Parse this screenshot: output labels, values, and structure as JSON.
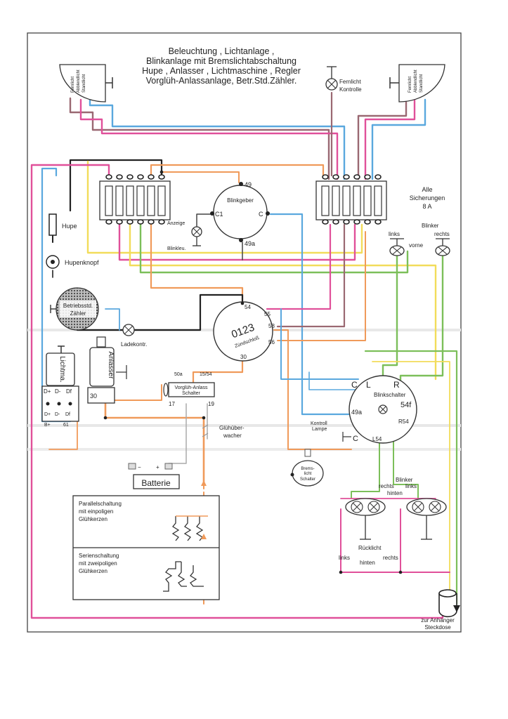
{
  "title_lines": [
    "Beleuchtung , Lichtanlage ,",
    "Blinkanlage mit Bremslichtabschaltung",
    "Hupe , Anlasser , Lichtmaschine , Regler",
    "Vorglüh-Anlassanlage, Betr.Std.Zähler."
  ],
  "headlight_labels": [
    "Fernlicht",
    "Abblendlicht",
    "Standlicht"
  ],
  "fernlicht_kontrolle": [
    "Fernlicht",
    "Kontrolle"
  ],
  "sicherungen": [
    "Alle",
    "Sicherungen",
    "8 A"
  ],
  "blinker_vorne": {
    "links": "links",
    "rechts": "rechts",
    "title_1": "Blinker",
    "title_2": "vorne"
  },
  "blinkgeber": {
    "label": "Blinkgeber",
    "t49": "49",
    "t49a": "49a",
    "c1": "C1",
    "c": "C"
  },
  "anzeige": [
    "Anzeige",
    "Blinkleu."
  ],
  "hupe": "Hupe",
  "hupenknopf": "Hupenknopf",
  "zaehler": [
    "Betriebsstd.",
    "Zähler"
  ],
  "ladekontr": "Ladekontr.",
  "zuendschloss": {
    "code": "0123",
    "text": "Zündschloß",
    "t54": "54",
    "t55": "55",
    "t58": "58",
    "t56": "56",
    "t30": "30"
  },
  "lichtma": {
    "name": "Lichtma.",
    "terms_top": [
      "D+",
      "D-",
      "Df"
    ],
    "terms_bottom": [
      "B+",
      "61"
    ],
    "terms_bottom_full": [
      "D+",
      "D-",
      "Df"
    ]
  },
  "anlasser": {
    "name": "Anlasser",
    "t30": "30"
  },
  "vorgluehschalter": {
    "name": "Vorglüh-Anlass",
    "name2": "Schalter",
    "t50a": "50a",
    "t1554": "15/54",
    "t17": "17",
    "t19": "19"
  },
  "gluehueberwacher": [
    "Glühüber-",
    "wacher"
  ],
  "batterie": "Batterie",
  "blinkschalter": {
    "name": "Blinkschalter",
    "c": "C",
    "l": "L",
    "r": "R",
    "t49a": "49a",
    "t54f": "54f",
    "r54": "R54",
    "l54": "L54",
    "kontroll": [
      "Kontroll",
      "Lampe"
    ]
  },
  "bremslicht": [
    "Brems-",
    "licht",
    "Schalter"
  ],
  "blinker_hinten": [
    "Blinker",
    "rechts",
    "links",
    "hinten"
  ],
  "ruecklicht": {
    "links": "links",
    "rechts": "rechts",
    "label1": "Rücklicht",
    "label2": "hinten"
  },
  "parallel": [
    "Parallelschaltung",
    "mit einpoligen",
    "Glühkerzen"
  ],
  "serien": [
    "Serienschaltung",
    "mit zweipoligen",
    "Glühkerzen"
  ],
  "anhaenger": [
    "zur Anhänger",
    "Steckdose"
  ],
  "colors": {
    "pink": "#e0509a",
    "blue": "#5aa8de",
    "orange": "#f09a5a",
    "yellow": "#f2dc5a",
    "green": "#7cbf5a",
    "brown": "#9a6872",
    "black": "#222222"
  }
}
